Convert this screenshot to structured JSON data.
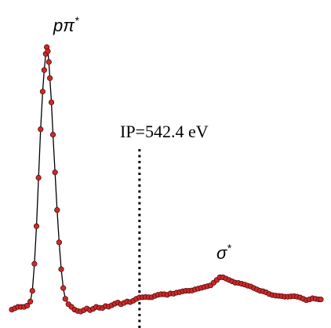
{
  "chart_data": {
    "type": "scatter",
    "title": "",
    "xlabel": "",
    "ylabel": "",
    "grid": false,
    "legend": "none",
    "colors": {
      "line": "#000000",
      "marker_fill": "#cc2a2a",
      "marker_edge": "#5a0a0a",
      "ip_line": "#000000"
    },
    "annotations": {
      "peak1": {
        "base": "p",
        "greek": "π",
        "sup": "*"
      },
      "peak2": {
        "greek": "σ",
        "sup": "*"
      },
      "ip": {
        "text": "IP=542.4 eV",
        "x": 542.4
      }
    },
    "x_unit": "eV",
    "x_range": [
      530,
      560
    ],
    "y_range": [
      0,
      1.0
    ],
    "series": [
      {
        "x": [
          530.0,
          530.3,
          530.6,
          530.9,
          531.2,
          531.5,
          531.8,
          532.0,
          532.2,
          532.4,
          532.6,
          532.8,
          533.0,
          533.15,
          533.3,
          533.4,
          533.5,
          533.6,
          533.7,
          533.85,
          534.0,
          534.2,
          534.4,
          534.6,
          534.8,
          535.0,
          535.2,
          535.5,
          535.8,
          536.1,
          536.4,
          536.7,
          537.0,
          537.3,
          537.6,
          537.9,
          538.2,
          538.5,
          538.8,
          539.1,
          539.4,
          539.7,
          540.0,
          540.3,
          540.6,
          540.9,
          541.2,
          541.5,
          541.8,
          542.1,
          542.4,
          542.7,
          543.0,
          543.3,
          543.6,
          543.9,
          544.2,
          544.5,
          544.8,
          545.1,
          545.4,
          545.7,
          546.0,
          546.3,
          546.6,
          546.9,
          547.2,
          547.5,
          547.8,
          548.1,
          548.4,
          548.7,
          549.0,
          549.3,
          549.6,
          549.9,
          550.2,
          550.5,
          550.8,
          551.1,
          551.4,
          551.7,
          552.0,
          552.3,
          552.6,
          552.9,
          553.2,
          553.5,
          553.8,
          554.1,
          554.4,
          554.7,
          555.0,
          555.3,
          555.6,
          555.9,
          556.2,
          556.5,
          556.8,
          557.1,
          557.4,
          557.7,
          558.0,
          558.3,
          558.6,
          558.9,
          559.2,
          559.5,
          559.8,
          560.0
        ],
        "y": [
          0.01,
          0.015,
          0.02,
          0.02,
          0.02,
          0.025,
          0.04,
          0.08,
          0.18,
          0.32,
          0.5,
          0.68,
          0.82,
          0.9,
          0.96,
          0.985,
          0.97,
          0.93,
          0.87,
          0.78,
          0.66,
          0.52,
          0.38,
          0.26,
          0.16,
          0.09,
          0.05,
          0.03,
          0.02,
          0.01,
          0.005,
          0.003,
          0.008,
          0.014,
          0.008,
          0.013,
          0.02,
          0.017,
          0.016,
          0.023,
          0.021,
          0.026,
          0.032,
          0.036,
          0.03,
          0.035,
          0.04,
          0.038,
          0.043,
          0.05,
          0.055,
          0.056,
          0.057,
          0.056,
          0.056,
          0.061,
          0.065,
          0.067,
          0.067,
          0.065,
          0.07,
          0.069,
          0.073,
          0.075,
          0.078,
          0.08,
          0.08,
          0.081,
          0.085,
          0.088,
          0.091,
          0.094,
          0.097,
          0.1,
          0.11,
          0.12,
          0.13,
          0.13,
          0.125,
          0.12,
          0.115,
          0.11,
          0.109,
          0.106,
          0.103,
          0.099,
          0.096,
          0.09,
          0.085,
          0.08,
          0.078,
          0.074,
          0.068,
          0.064,
          0.062,
          0.061,
          0.06,
          0.058,
          0.058,
          0.059,
          0.06,
          0.058,
          0.055,
          0.05,
          0.045,
          0.048,
          0.052,
          0.05,
          0.048,
          0.048
        ]
      }
    ]
  }
}
